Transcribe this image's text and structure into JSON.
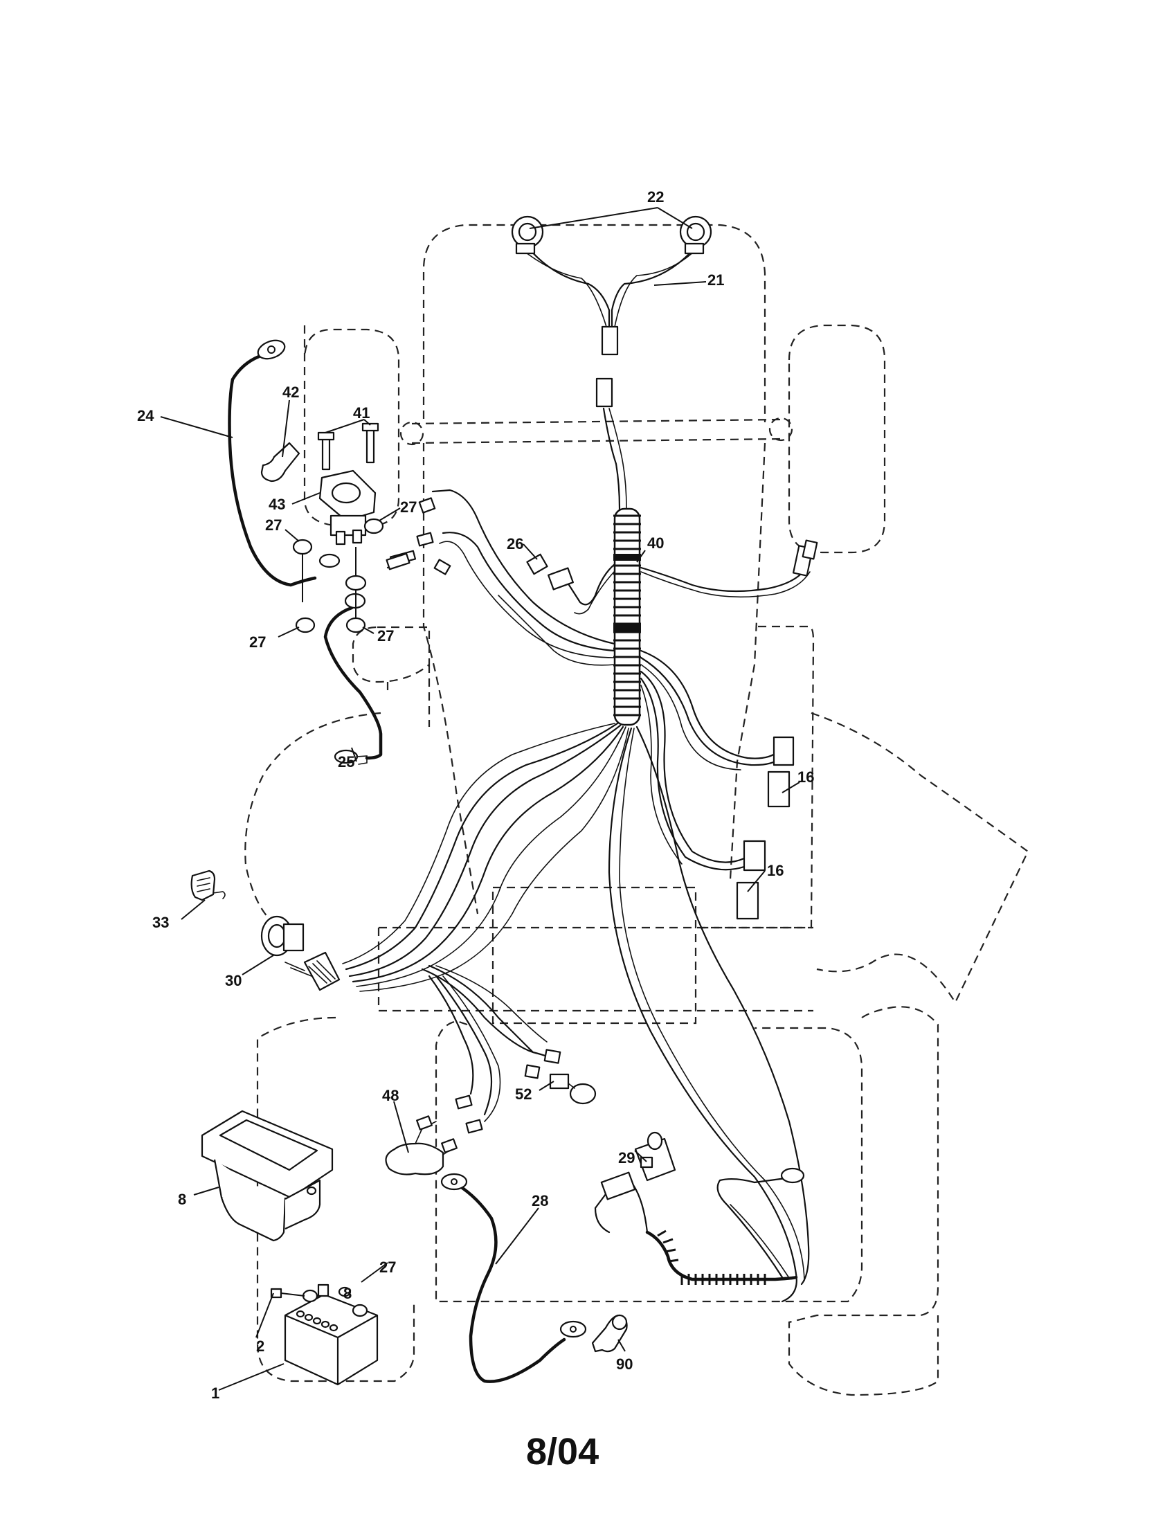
{
  "callouts": {
    "c22": "22",
    "c21": "21",
    "c42": "42",
    "c41": "41",
    "c24": "24",
    "c43": "43",
    "c27a": "27",
    "c27b": "27",
    "c27c": "27",
    "c27d": "27",
    "c27e": "27",
    "c26": "26",
    "c40": "40",
    "c25": "25",
    "c16a": "16",
    "c16b": "16",
    "c33": "33",
    "c30": "30",
    "c48": "48",
    "c52": "52",
    "c29": "29",
    "c8a": "8",
    "c8b": "8",
    "c28": "28",
    "c2": "2",
    "c1": "1",
    "c90": "90"
  },
  "footer": {
    "date_code": "8/04"
  }
}
